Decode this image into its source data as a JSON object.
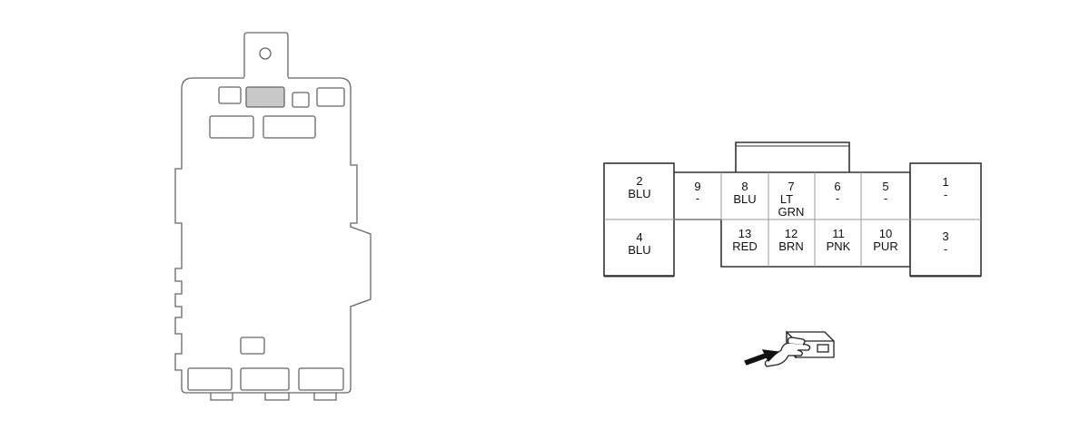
{
  "connector": {
    "left_cavities": [
      {
        "num": "2",
        "wire": "BLU"
      },
      {
        "num": "4",
        "wire": "BLU"
      }
    ],
    "right_cavities": [
      {
        "num": "1",
        "wire": "-"
      },
      {
        "num": "3",
        "wire": "-"
      }
    ],
    "top_row": [
      {
        "num": "9",
        "wire": "-"
      },
      {
        "num": "8",
        "wire": "BLU"
      },
      {
        "num": "7",
        "wire": "LT",
        "wire2": "GRN"
      },
      {
        "num": "6",
        "wire": "-"
      },
      {
        "num": "5",
        "wire": "-"
      }
    ],
    "bottom_row": [
      {
        "num": "13",
        "wire": "RED"
      },
      {
        "num": "12",
        "wire": "BRN"
      },
      {
        "num": "11",
        "wire": "PNK"
      },
      {
        "num": "10",
        "wire": "PUR"
      }
    ]
  },
  "colors": {
    "line": "#4a4a4a",
    "highlight": "#c8c8c8",
    "text": "#111111"
  },
  "icons": {
    "view_indicator": "hand-pointing-arrow-icon"
  }
}
